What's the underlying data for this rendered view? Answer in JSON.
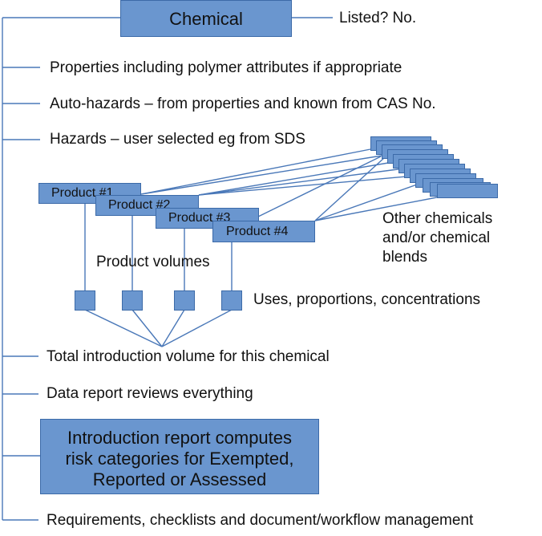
{
  "chemical": {
    "title": "Chemical",
    "listed_label": "Listed?  No."
  },
  "attributes": [
    "Properties including polymer attributes if appropriate",
    "Auto-hazards – from properties and known from CAS No.",
    "Hazards – user selected eg from SDS"
  ],
  "products": [
    "Product #1",
    "Product #2",
    "Product #3",
    "Product #4"
  ],
  "other_chemicals_label": [
    "Other chemicals",
    "and/or chemical",
    "blends"
  ],
  "product_volumes_label": "Product volumes",
  "uses_label": "Uses, proportions, concentrations",
  "total_volume_label": "Total introduction volume for this chemical",
  "data_report_label": "Data report reviews everything",
  "introduction_report": [
    "Introduction report computes",
    "risk categories for Exempted,",
    "Reported or Assessed"
  ],
  "requirements_label": "Requirements, checklists and document/workflow management",
  "colors": {
    "box_fill": "#6a96cf",
    "box_border": "#3c6aa8",
    "line": "#4a78b8"
  }
}
